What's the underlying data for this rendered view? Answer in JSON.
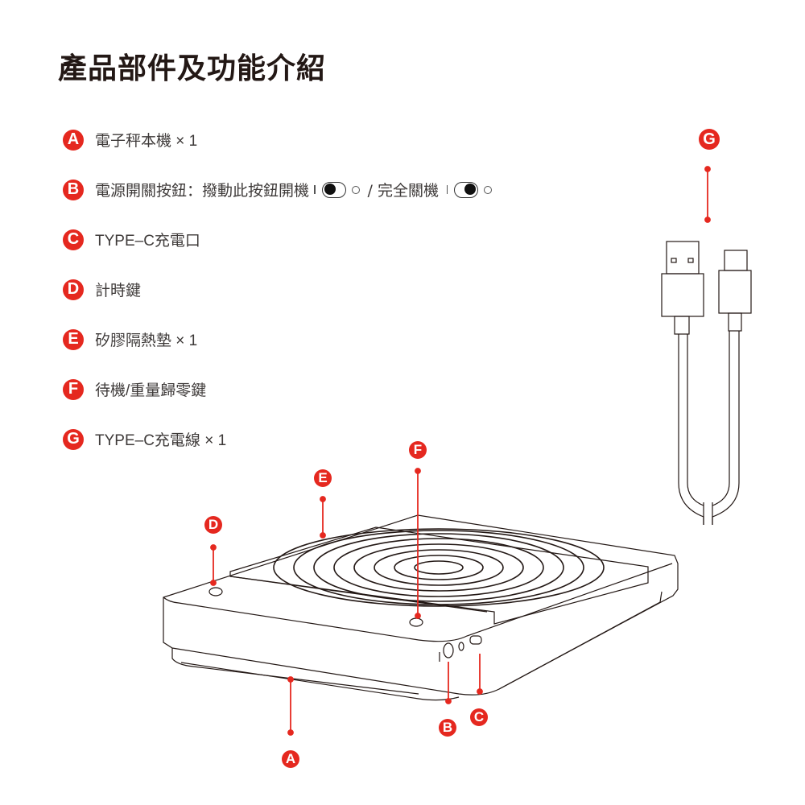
{
  "title": "產品部件及功能介紹",
  "accent_color": "#e5281f",
  "text_color": "#3e3a39",
  "parts": [
    {
      "letter": "A",
      "label": "電子秤本機 × 1"
    },
    {
      "letter": "B",
      "label": "電源開關按鈕：撥動此按鈕開機",
      "off_label": "/ 完全關機"
    },
    {
      "letter": "C",
      "label": "TYPE–C充電口"
    },
    {
      "letter": "D",
      "label": "計時鍵"
    },
    {
      "letter": "E",
      "label": "矽膠隔熱墊 × 1"
    },
    {
      "letter": "F",
      "label": "待機/重量歸零鍵"
    },
    {
      "letter": "G",
      "label": "TYPE–C充電線 × 1"
    }
  ],
  "callouts": {
    "A": "A",
    "B": "B",
    "C": "C",
    "D": "D",
    "E": "E",
    "F": "F",
    "G": "G"
  }
}
